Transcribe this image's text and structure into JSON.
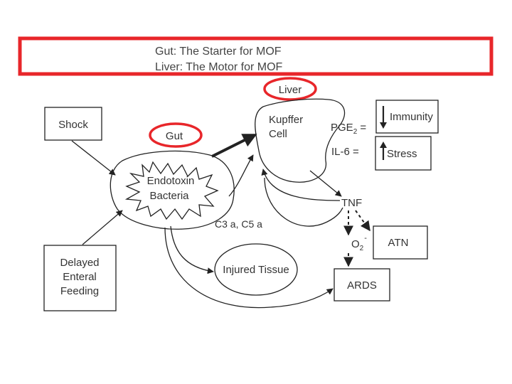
{
  "title": {
    "line1": "Gut: The Starter for MOF",
    "line2": "Liver: The Motor for MOF"
  },
  "nodes": {
    "shock": "Shock",
    "delayed_feeding": [
      "Delayed",
      "Enteral",
      "Feeding"
    ],
    "gut": "Gut",
    "gut_contents": [
      "Endotoxin",
      "Bacteria"
    ],
    "liver": "Liver",
    "kupffer": [
      "Kupffer",
      "Cell"
    ],
    "pge2": "PGE",
    "pge2_sub": "2",
    "pge2_suffix": " =",
    "il6": "IL-6 =",
    "immunity": "Immunity",
    "stress": "Stress",
    "tnf": "TNF",
    "c3c5": "C3 a, C5 a",
    "o2": "O",
    "o2_sub": "2",
    "o2_sup": "-",
    "atn": "ATN",
    "injured_tissue": "Injured Tissue",
    "ards": "ARDS"
  },
  "colors": {
    "highlight": "#e8262a",
    "ink": "#222222"
  },
  "icons": {
    "immunity_arrow": "arrow-down-icon",
    "stress_arrow": "arrow-up-icon"
  }
}
